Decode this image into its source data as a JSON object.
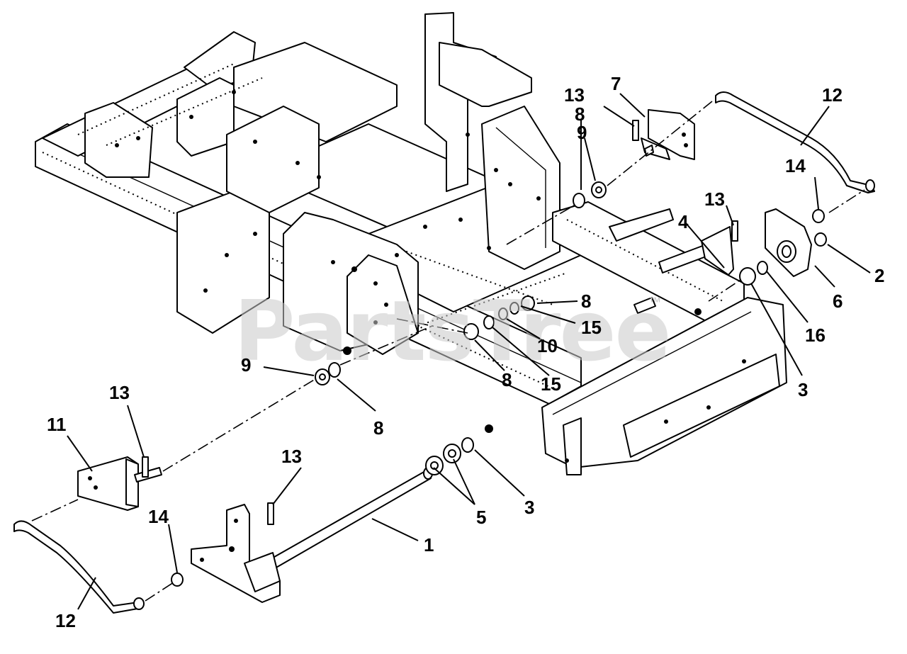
{
  "watermark": {
    "text": "PartsTree",
    "trademark": "™"
  },
  "callouts": [
    {
      "id": "c1",
      "label": "1"
    },
    {
      "id": "c2",
      "label": "2"
    },
    {
      "id": "c3a",
      "label": "3"
    },
    {
      "id": "c3b",
      "label": "3"
    },
    {
      "id": "c4",
      "label": "4"
    },
    {
      "id": "c5",
      "label": "5"
    },
    {
      "id": "c6",
      "label": "6"
    },
    {
      "id": "c7",
      "label": "7"
    },
    {
      "id": "c8a",
      "label": "8"
    },
    {
      "id": "c8b",
      "label": "8"
    },
    {
      "id": "c8c",
      "label": "8"
    },
    {
      "id": "c8d",
      "label": "8"
    },
    {
      "id": "c9a",
      "label": "9"
    },
    {
      "id": "c9b",
      "label": "9"
    },
    {
      "id": "c10",
      "label": "10"
    },
    {
      "id": "c11",
      "label": "11"
    },
    {
      "id": "c12a",
      "label": "12"
    },
    {
      "id": "c12b",
      "label": "12"
    },
    {
      "id": "c13a",
      "label": "13"
    },
    {
      "id": "c13b",
      "label": "13"
    },
    {
      "id": "c13c",
      "label": "13"
    },
    {
      "id": "c13d",
      "label": "13"
    },
    {
      "id": "c14a",
      "label": "14"
    },
    {
      "id": "c14b",
      "label": "14"
    },
    {
      "id": "c15a",
      "label": "15"
    },
    {
      "id": "c15b",
      "label": "15"
    },
    {
      "id": "c16",
      "label": "16"
    }
  ]
}
